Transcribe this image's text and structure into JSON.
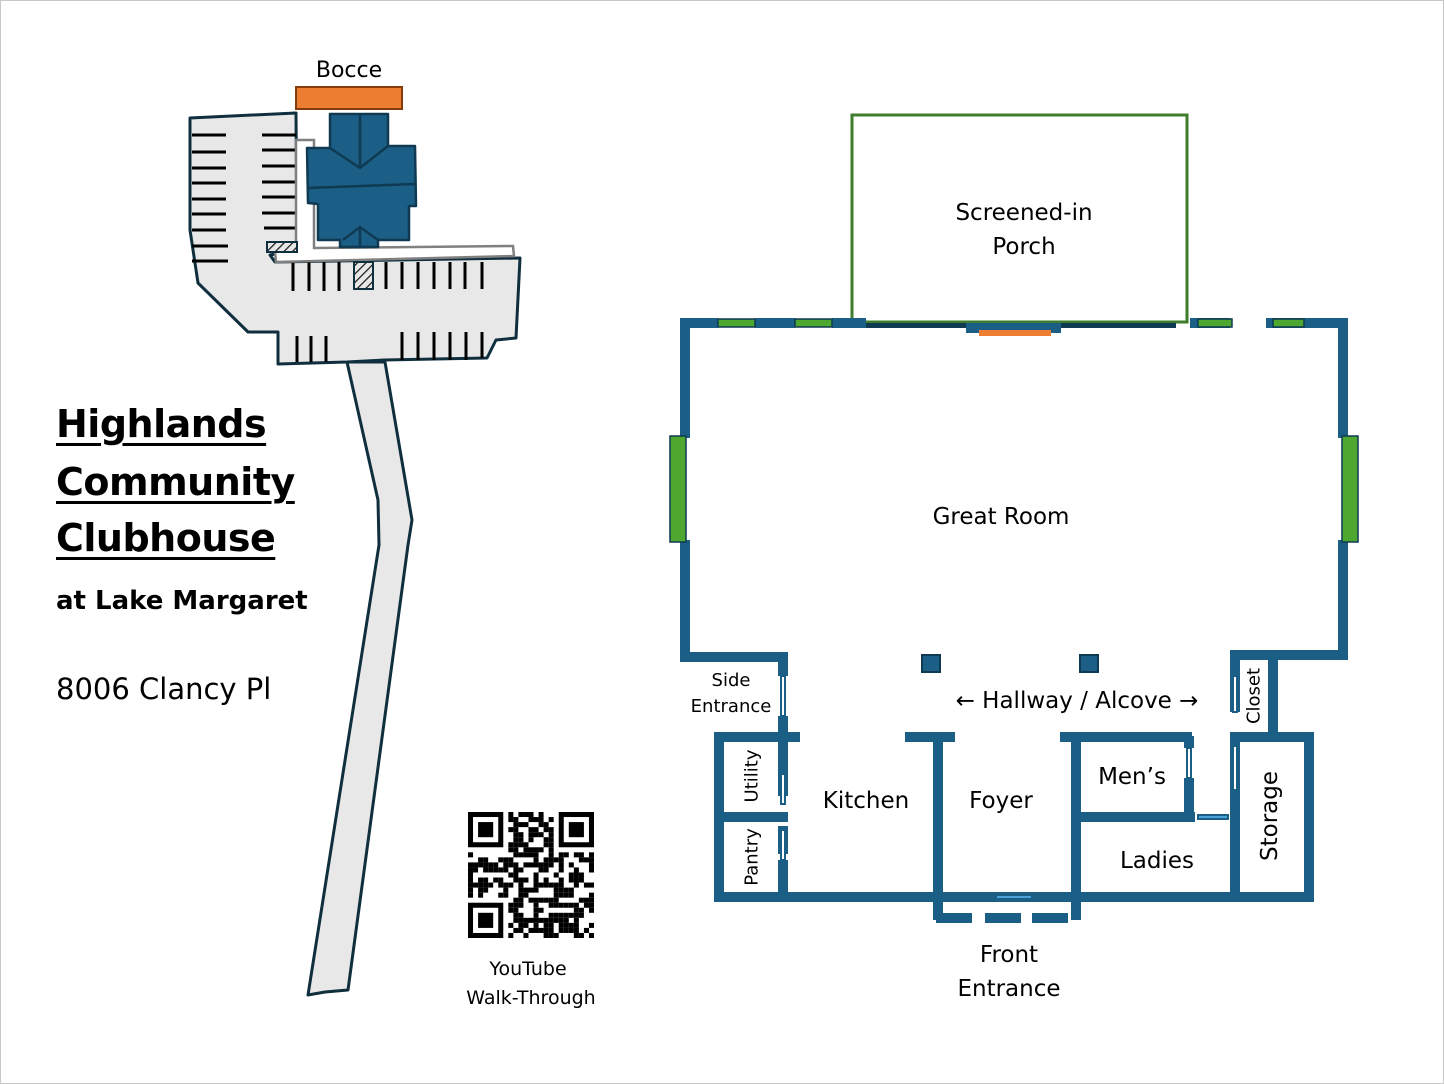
{
  "title": {
    "line1": "Highlands",
    "line2": "Community",
    "line3": "Clubhouse",
    "subtitle": "at Lake Margaret",
    "address": "8006 Clancy Pl"
  },
  "site_map": {
    "bocce_label": "Bocce"
  },
  "qr": {
    "caption_line1": "YouTube",
    "caption_line2": "Walk-Through"
  },
  "floor_plan": {
    "rooms": {
      "porch_line1": "Screened-in",
      "porch_line2": "Porch",
      "great_room": "Great Room",
      "side_entrance_line1": "Side",
      "side_entrance_line2": "Entrance",
      "hallway": "← Hallway / Alcove →",
      "closet": "Closet",
      "utility": "Utility",
      "pantry": "Pantry",
      "kitchen": "Kitchen",
      "foyer": "Foyer",
      "mens": "Men’s",
      "ladies": "Ladies",
      "storage": "Storage",
      "front_entrance_line1": "Front",
      "front_entrance_line2": "Entrance"
    }
  },
  "colors": {
    "wall": "#1b5e86",
    "wall_dark": "#0f3a52",
    "window": "#4ea72e",
    "porch": "#3e7d2b",
    "bocce": "#ed7d31",
    "pavement": "#e8e8e8"
  }
}
